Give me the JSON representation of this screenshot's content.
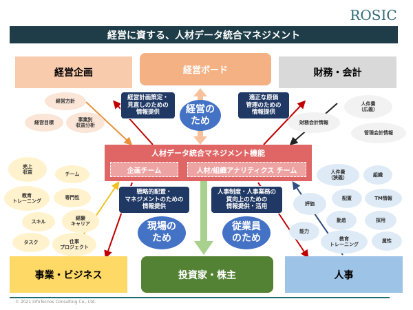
{
  "logo": "ROSIC",
  "title": "経営に資する、人材データ統合マネジメント",
  "top": {
    "planning": "経営企画",
    "board": "経営ボード",
    "finance": "財務・会計"
  },
  "center": {
    "title": "人材データ統合マネジメント機能",
    "team1": "企画チーム",
    "team2": "人材/組織アナリティクス チーム"
  },
  "bottom": {
    "business": "事業・ビジネス",
    "investors": "投資家・株主",
    "hr": "人事"
  },
  "labels": {
    "plan_info": "経営計画策定・\n見直しのための\n情報提供",
    "cost_info": "適正な原価\n管理のための\n情報提供",
    "strategy_info": "戦略的配置・\nマネジメントのための\n情報提供",
    "hr_info": "人事制度・人事業務の\n質向上のための\n情報提供・活用"
  },
  "purposes": {
    "management": "経営の\nため",
    "field": "現場の\nため",
    "employee": "従業員\nのため"
  },
  "planning_items": [
    "経営方針",
    "経営目標",
    "事業別\n収益分析"
  ],
  "finance_items": [
    "人件費\n（広義）",
    "財務会計情報",
    "管理会計情報"
  ],
  "business_items": [
    "売上\n収益",
    "チーム",
    "教育\nトレーニング",
    "専門性",
    "スキル",
    "経験\nキャリア",
    "タスク",
    "仕事\nプロジェクト"
  ],
  "hr_items": [
    "人件費\n（狭義）",
    "組織",
    "配置",
    "TM情報",
    "評価",
    "勤怠",
    "採用",
    "能力",
    "教育\nトレーニング",
    "属性"
  ],
  "footer": "© 2021 InfoTecnos Consulting Co., Ltd."
}
